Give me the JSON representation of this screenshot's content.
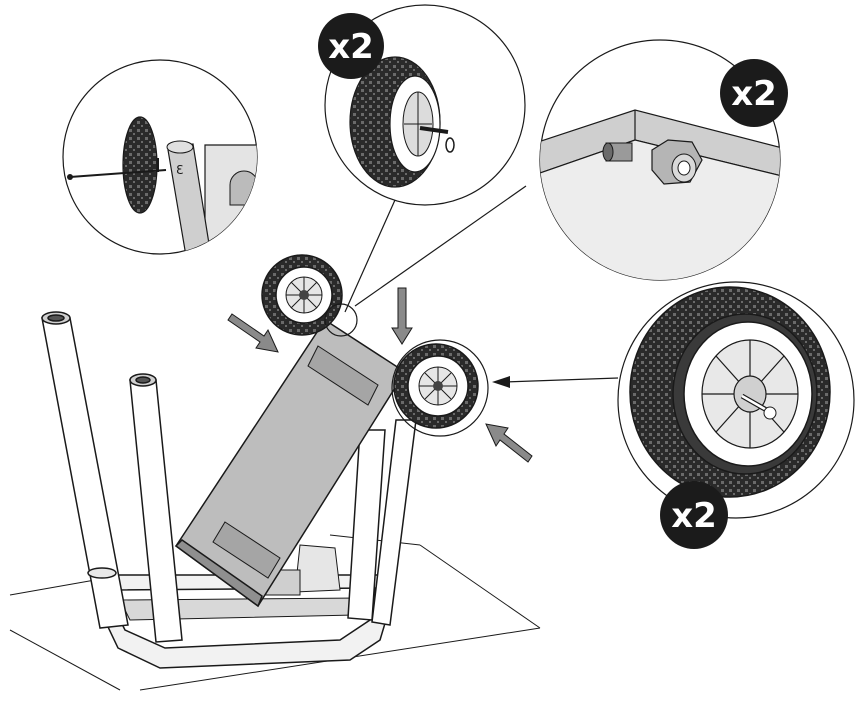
{
  "badges": {
    "top_center": "x2",
    "top_right": "x2",
    "bottom_right": "x2"
  },
  "colors": {
    "line": "#1a1a1a",
    "panel_fill": "#bdbdbd",
    "panel_dark": "#8f8f8f",
    "tire": "#2a2a2a",
    "badge_fill": "#1b1b1b",
    "arrow_fill": "#8a8a8a"
  }
}
